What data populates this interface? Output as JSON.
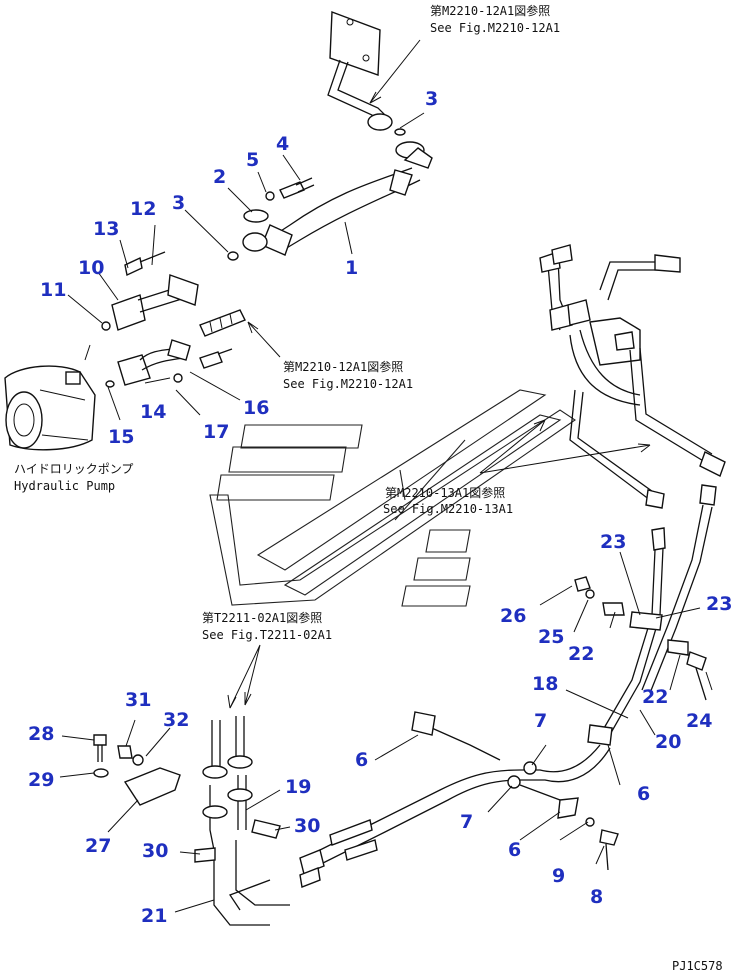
{
  "references": {
    "ref_m2210_12a1_top": {
      "jp": "第M2210-12A1図参照",
      "en": "See Fig.M2210-12A1"
    },
    "ref_m2210_12a1_mid": {
      "jp": "第M2210-12A1図参照",
      "en": "See Fig.M2210-12A1"
    },
    "ref_m2210_13a1": {
      "jp": "第M2210-13A1図参照",
      "en": "See Fig.M2210-13A1"
    },
    "ref_t2211_02a1": {
      "jp": "第T2211-02A1図参照",
      "en": "See Fig.T2211-02A1"
    }
  },
  "pump_label": {
    "jp": "ハイドロリックポンプ",
    "en": "Hydraulic Pump"
  },
  "callouts": {
    "c1": "1",
    "c2": "2",
    "c3a": "3",
    "c3b": "3",
    "c4": "4",
    "c5": "5",
    "c6a": "6",
    "c6b": "6",
    "c6c": "6",
    "c7a": "7",
    "c7b": "7",
    "c8": "8",
    "c9": "9",
    "c10": "10",
    "c11": "11",
    "c12": "12",
    "c13": "13",
    "c14": "14",
    "c15": "15",
    "c16": "16",
    "c17": "17",
    "c18": "18",
    "c19": "19",
    "c20": "20",
    "c21": "21",
    "c22a": "22",
    "c22b": "22",
    "c23a": "23",
    "c23b": "23",
    "c24": "24",
    "c25": "25",
    "c26": "26",
    "c27": "27",
    "c28": "28",
    "c29": "29",
    "c30a": "30",
    "c30b": "30",
    "c31": "31",
    "c32": "32"
  },
  "drawing_code": "PJ1C578",
  "colors": {
    "callout": "#1f2fbf",
    "line": "#111111",
    "background": "#ffffff"
  }
}
